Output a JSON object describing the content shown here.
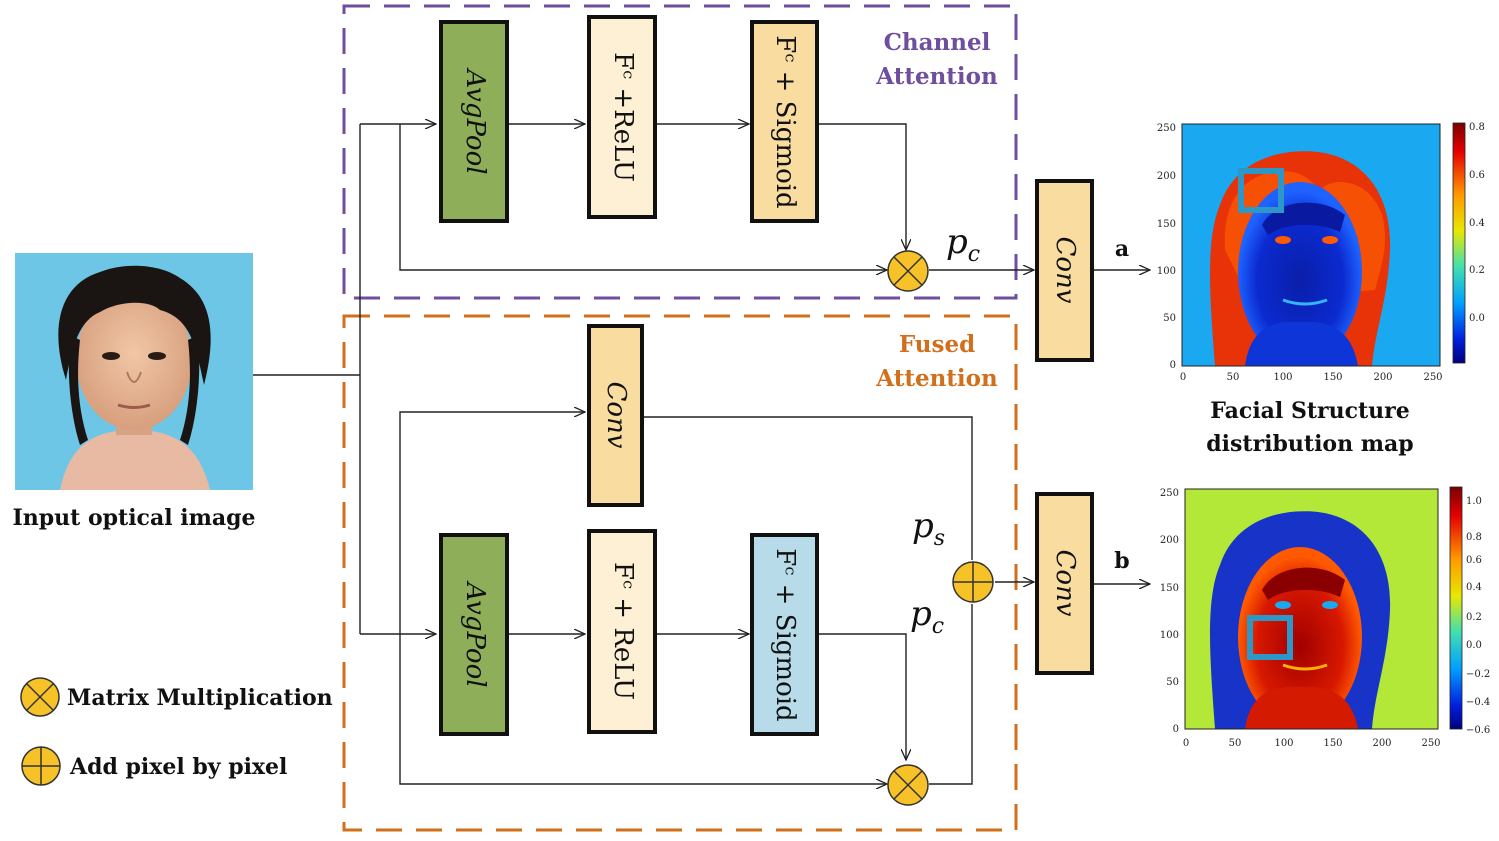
{
  "labels": {
    "channel_attention_l1": "Channel",
    "channel_attention_l2": "Attention",
    "fused_attention_l1": "Fused",
    "fused_attention_l2": "Attention",
    "input_caption": "Input optical image",
    "map_caption_l1": "Facial Structure",
    "map_caption_l2": "distribution map",
    "legend_mult": "Matrix Multiplication",
    "legend_add": "Add pixel by pixel",
    "out_a": "a",
    "out_b": "b"
  },
  "blocks": {
    "avgpool": "AvgPool",
    "fc_relu": "Fᶜ +ReLU",
    "fc_relu_b": "Fᶜ + ReLU",
    "fc_sigmoid": "Fᶜ + Sigmoid",
    "conv": "Conv"
  },
  "math": {
    "pc_base": "p",
    "pc_sub": "c",
    "ps_base": "p",
    "ps_sub": "s"
  },
  "map_a": {
    "yticks": [
      "250",
      "200",
      "150",
      "100",
      "50",
      "0"
    ],
    "xticks": [
      "0",
      "50",
      "100",
      "150",
      "200",
      "250"
    ],
    "cticks": [
      "0.8",
      "0.6",
      "0.4",
      "0.2",
      "0.0"
    ]
  },
  "map_b": {
    "yticks": [
      "250",
      "200",
      "150",
      "100",
      "50",
      "0"
    ],
    "xticks": [
      "0",
      "50",
      "100",
      "150",
      "200",
      "250"
    ],
    "cticks": [
      "1.0",
      "0.8",
      "0.6",
      "0.4",
      "0.2",
      "0.0",
      "−0.2",
      "−0.4",
      "−0.6"
    ]
  },
  "colors": {
    "channel_dash": "#6f4e9e",
    "fused_dash": "#d26f1c",
    "avgpool_fill": "#8fae5a",
    "relu_fill": "#fdf0d5",
    "sigmoid_fill": "#f8dca0",
    "sigmoid_blue_fill": "#b7dbe8",
    "conv_fill": "#f8dca0",
    "operator_fill": "#f7c227",
    "photo_bg": "#6ec6e6"
  }
}
